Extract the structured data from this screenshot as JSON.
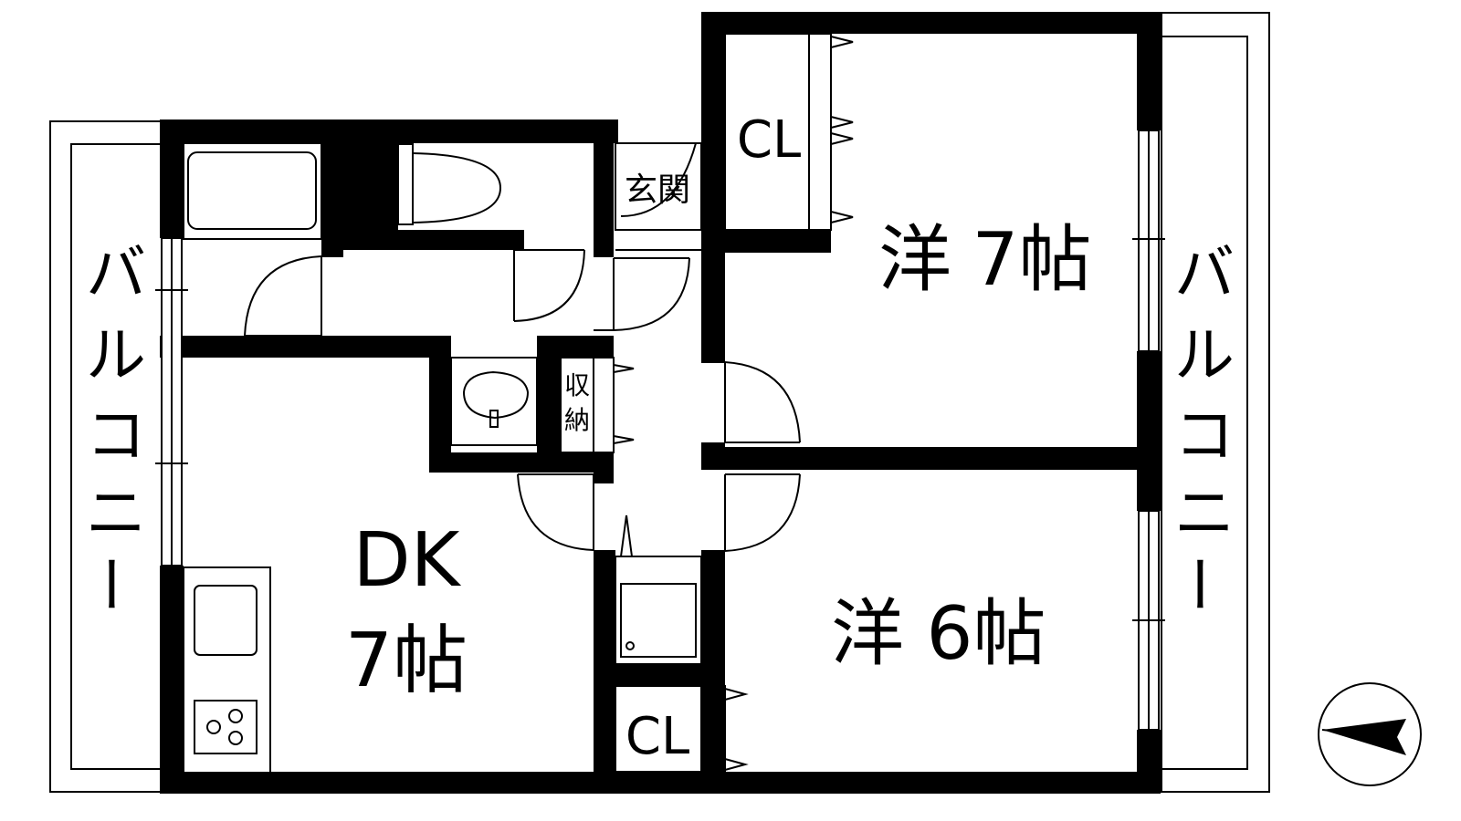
{
  "floorplan": {
    "rooms": {
      "western_7": {
        "kanji": "洋",
        "size": "7帖"
      },
      "western_6": {
        "kanji": "洋",
        "size": "6帖"
      },
      "dk": {
        "name": "DK",
        "size": "7帖"
      }
    },
    "labels": {
      "closet_top": "CL",
      "closet_bottom": "CL",
      "entrance": "玄関",
      "storage": [
        "収",
        "納"
      ],
      "balcony_left": [
        "バ",
        "ル",
        "コ",
        "ニ",
        "ー"
      ],
      "balcony_right": [
        "バ",
        "ル",
        "コ",
        "ニ",
        "ー"
      ]
    },
    "compass": {
      "direction": "north-arrow-pointing-left"
    },
    "colors": {
      "wall": "#000000",
      "background": "#ffffff"
    }
  }
}
